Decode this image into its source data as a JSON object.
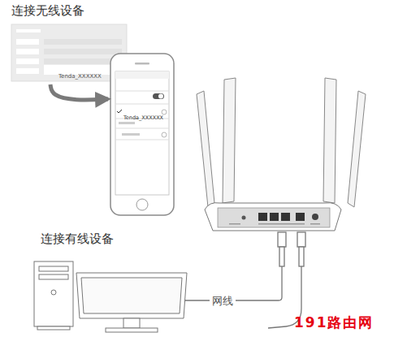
{
  "diagram": {
    "nodes": [
      {
        "text": [
          "Tenda_XXXXXX"
        ]
      },
      {
        "text": [
          "Tenda_XXXXXX"
        ]
      }
    ],
    "edges": [
      {
        "from": 0,
        "to": 1,
        "arrow": "to"
      }
    ],
    "labels": [
      "连接无线设备",
      "连接有线设备",
      "网线",
      "191路由网"
    ]
  }
}
